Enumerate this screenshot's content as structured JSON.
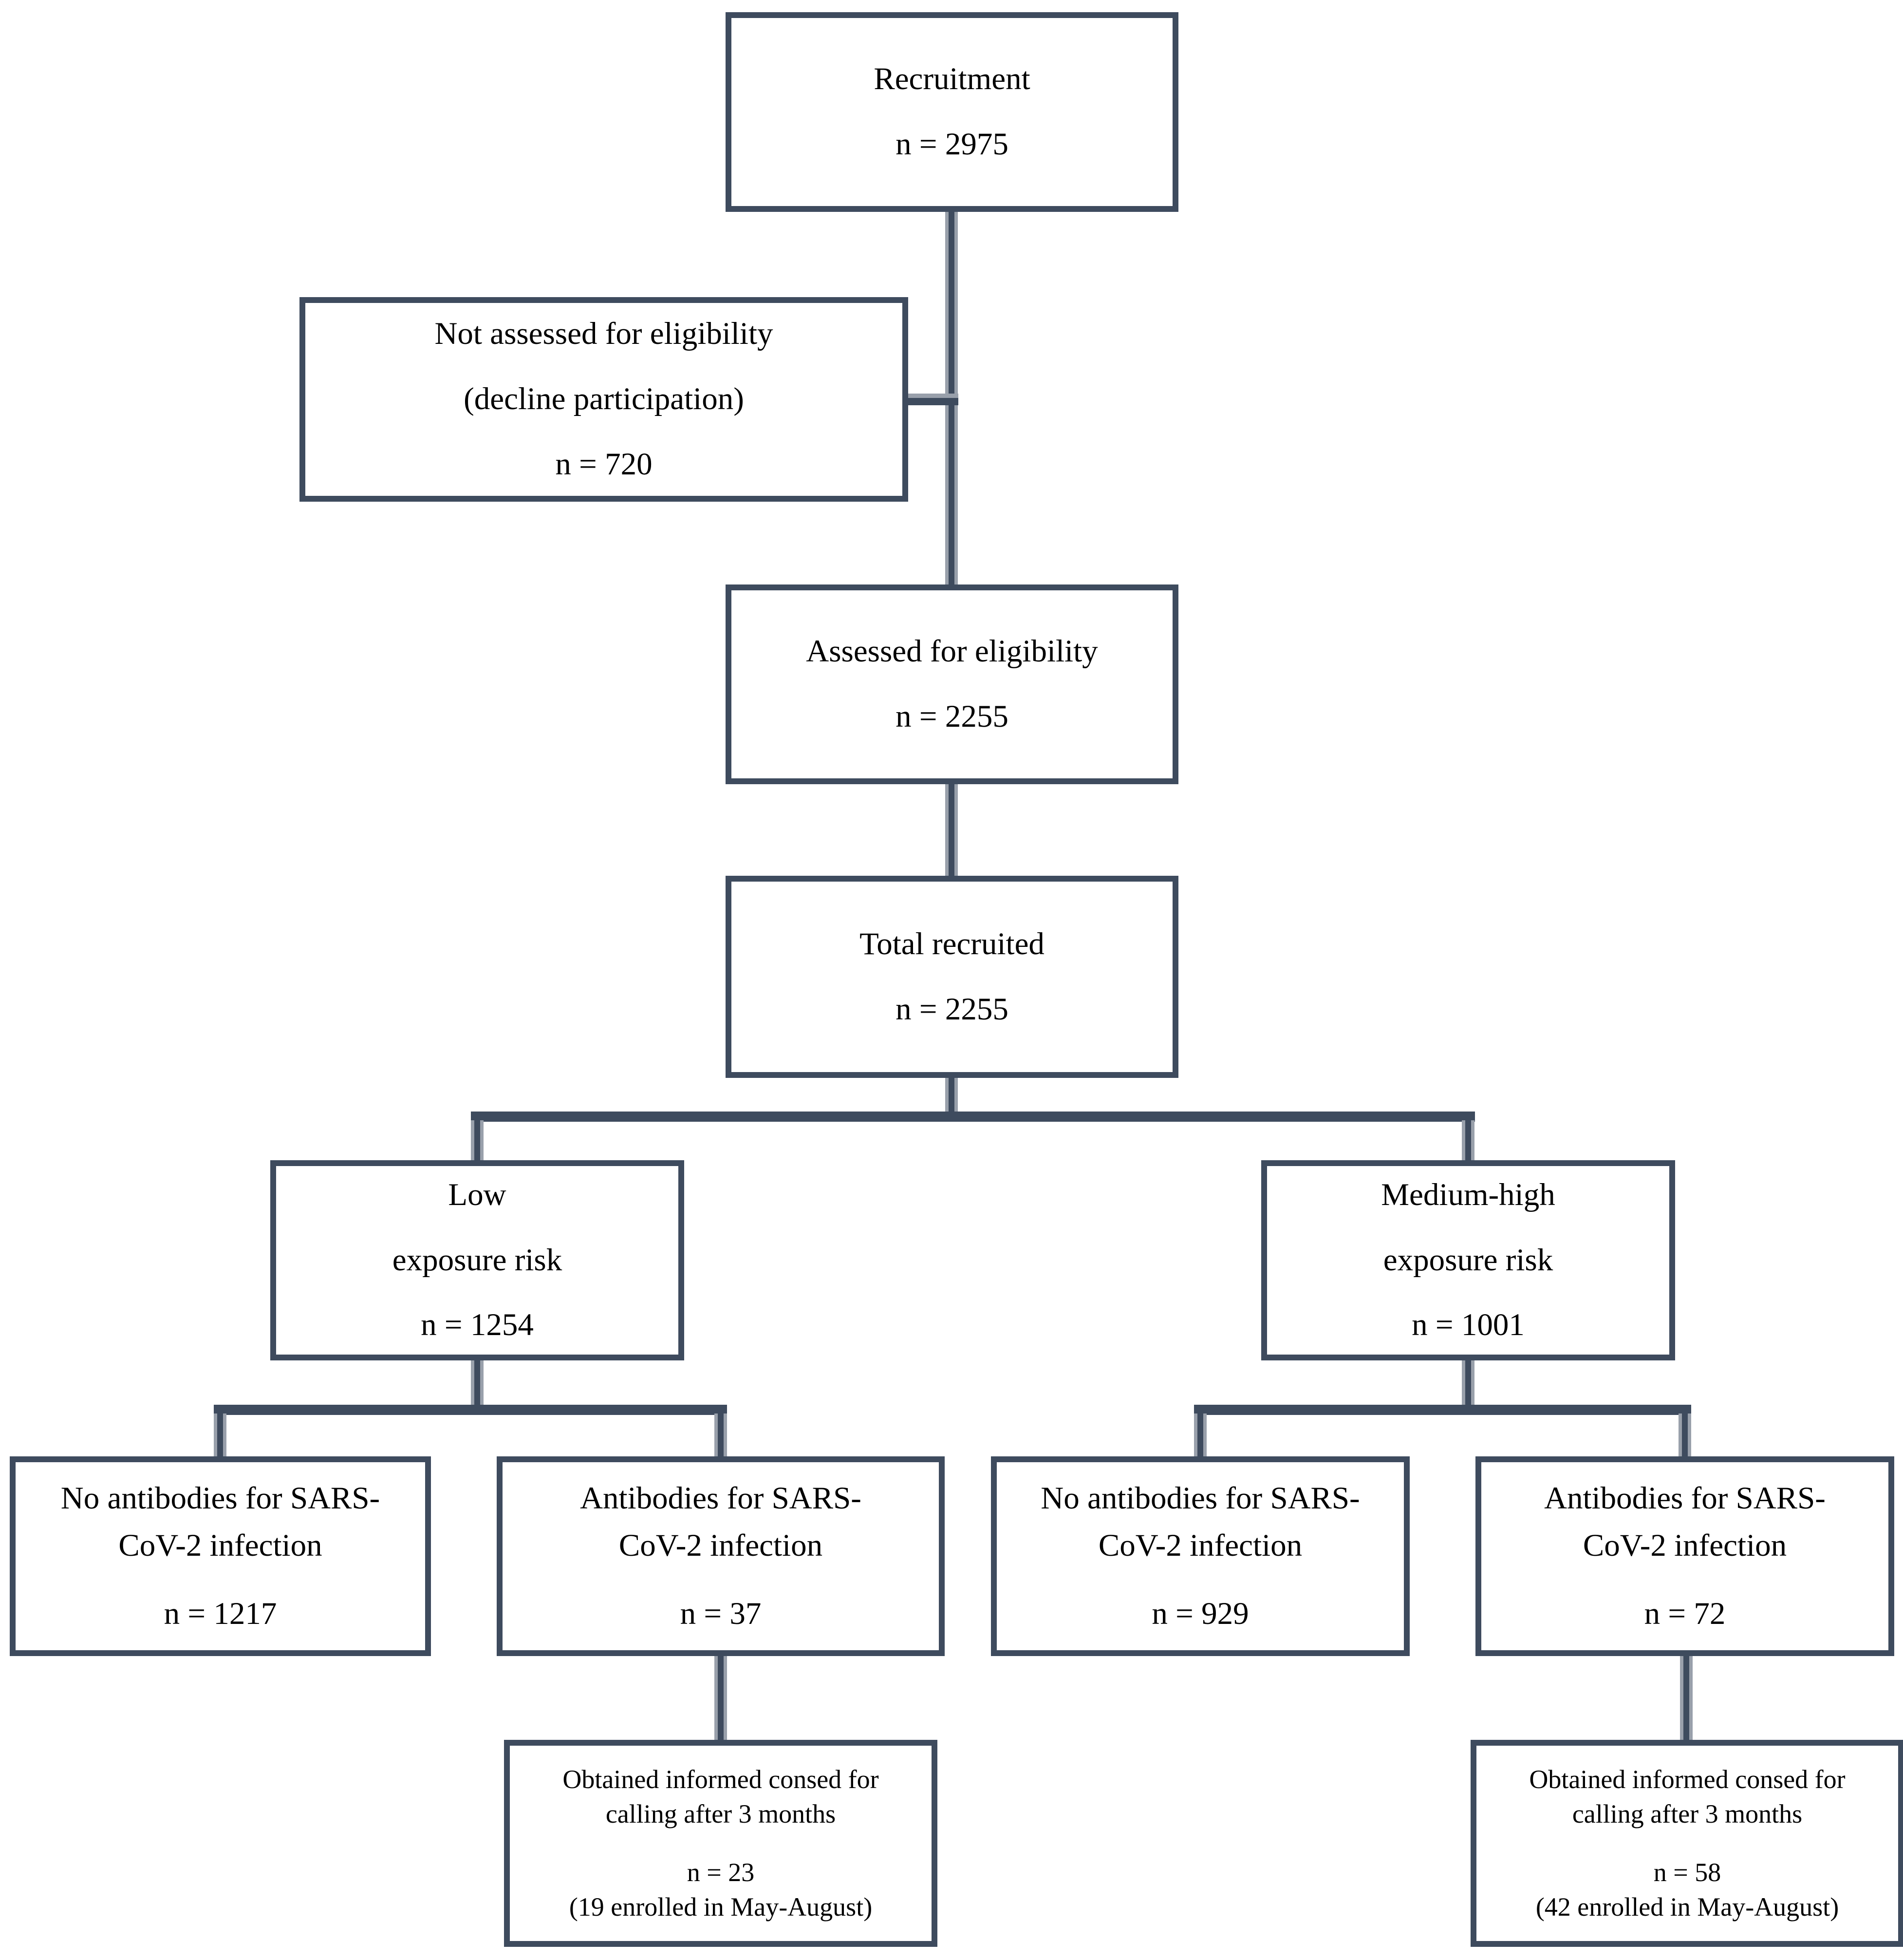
{
  "diagram": {
    "type": "recruitment-flowchart",
    "colors": {
      "line": "#3E4B5E",
      "line_shadow": "#99A0AB",
      "background": "#FFFFFF",
      "text": "#000000"
    },
    "nodes": {
      "recruitment": {
        "lines": [
          "Recruitment",
          "n = 2975"
        ]
      },
      "not_assessed": {
        "lines": [
          "Not assessed for eligibility",
          "(decline participation)",
          "n = 720"
        ]
      },
      "assessed": {
        "lines": [
          "Assessed for eligibility",
          "n = 2255"
        ]
      },
      "total": {
        "lines": [
          "Total recruited",
          "n = 2255"
        ]
      },
      "low_risk": {
        "lines": [
          "Low",
          "exposure risk",
          "n = 1254"
        ]
      },
      "medium_high_risk": {
        "lines": [
          "Medium-high",
          "exposure risk",
          "n = 1001"
        ]
      },
      "low_no_antibodies": {
        "lines": [
          "No antibodies for SARS-",
          "CoV-2 infection",
          "n = 1217"
        ]
      },
      "low_antibodies": {
        "lines": [
          "Antibodies for SARS-",
          "CoV-2 infection",
          "n = 37"
        ]
      },
      "mh_no_antibodies": {
        "lines": [
          "No antibodies for SARS-",
          "CoV-2 infection",
          "n = 929"
        ]
      },
      "mh_antibodies": {
        "lines": [
          "Antibodies for SARS-",
          "CoV-2 infection",
          "n = 72"
        ]
      },
      "low_consent": {
        "lines": [
          "Obtained informed consed for",
          "calling after 3 months",
          "n = 23",
          "(19 enrolled in May-August)"
        ]
      },
      "mh_consent": {
        "lines": [
          "Obtained informed consed for",
          "calling after 3 months",
          "n = 58",
          "(42 enrolled in May-August)"
        ]
      }
    }
  }
}
